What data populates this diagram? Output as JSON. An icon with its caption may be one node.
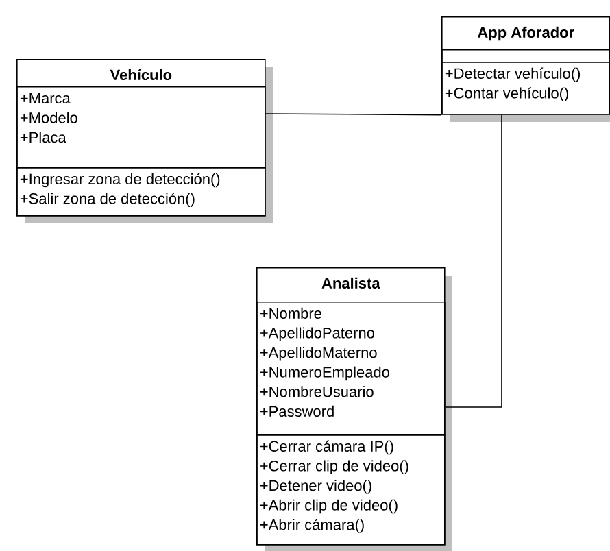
{
  "diagram": {
    "nodes": [
      {
        "text": [
          "Vehículo"
        ]
      },
      {
        "text": [
          "+Marca",
          "+Modelo",
          "+Placa"
        ],
        "in": 0
      },
      {
        "text": [
          "+Ingresar zona de detección()",
          "+Salir zona de detección()"
        ],
        "in": 0
      },
      {
        "text": [
          "App Aforador"
        ]
      },
      {
        "text": [],
        "shape": "box",
        "in": 3
      },
      {
        "text": [
          "+Detectar vehículo()",
          "+Contar vehículo()"
        ],
        "in": 3
      },
      {
        "text": [
          "Analista"
        ]
      },
      {
        "text": [
          "+Nombre",
          "+ApellidoPaterno",
          "+ApellidoMaterno",
          "+NumeroEmpleado",
          "+NombreUsuario",
          "+Password"
        ],
        "in": 6
      },
      {
        "text": [
          "+Cerrar cámara IP()",
          "+Cerrar clip de video()",
          "+Detener video()",
          "+Abrir clip de video()",
          "+Abrir cámara()"
        ],
        "in": 6
      }
    ],
    "edges": [
      {
        "from": 0,
        "to": 3,
        "arrow": "none"
      },
      {
        "from": 3,
        "to": 6,
        "arrow": "none"
      }
    ]
  }
}
